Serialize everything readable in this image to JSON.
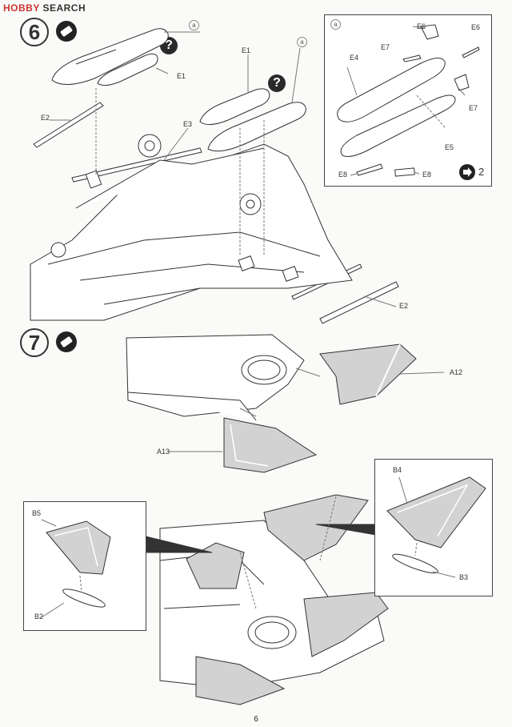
{
  "watermark": {
    "brand": "HOBBY",
    "word": "SEARCH"
  },
  "step6": {
    "number": "6",
    "glue_icon": "cement-tube-icon",
    "question_icon_text": "?",
    "ref_a": "a",
    "labels": {
      "e1_a": "E1",
      "e1_b": "E1",
      "e2_a": "E2",
      "e2_b": "E2",
      "e3": "E3"
    },
    "inset": {
      "ref_a": "a",
      "labels": {
        "e4": "E4",
        "e5": "E5",
        "e6_a": "E6",
        "e6_b": "E6",
        "e7_a": "E7",
        "e7_b": "E7",
        "e8_a": "E8",
        "e8_b": "E8"
      },
      "repeat_count": "2",
      "repeat_icon": "make-two-icon"
    }
  },
  "step7": {
    "number": "7",
    "glue_icon": "cement-tube-icon",
    "labels": {
      "a12": "A12",
      "a13": "A13"
    },
    "inset_left": {
      "labels": {
        "b5": "B5",
        "b2": "B2"
      }
    },
    "inset_right": {
      "labels": {
        "b4": "B4",
        "b3": "B3"
      }
    }
  },
  "page_number": "6"
}
